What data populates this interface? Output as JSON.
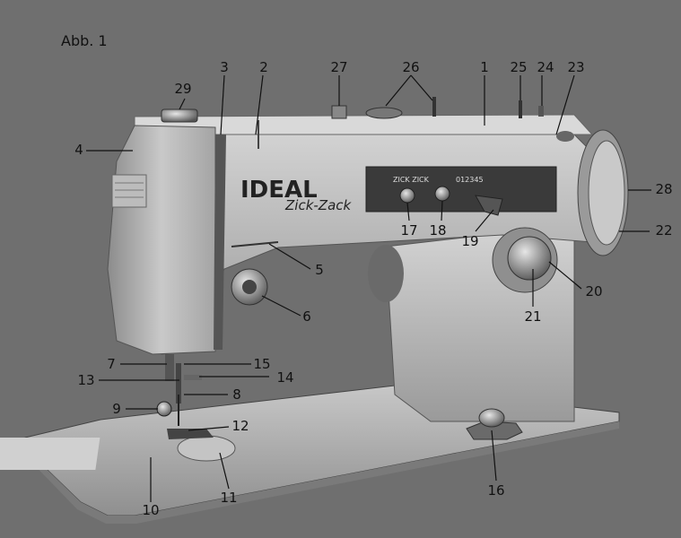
{
  "figure": {
    "title": "Abb. 1",
    "brand": "IDEAL",
    "model_script": "Zick-Zack",
    "plate_label": "ZICK ZICK",
    "serial": "012345"
  },
  "callouts": [
    "1",
    "2",
    "3",
    "4",
    "5",
    "6",
    "7",
    "8",
    "9",
    "10",
    "11",
    "12",
    "13",
    "14",
    "15",
    "16",
    "17",
    "18",
    "19",
    "20",
    "21",
    "22",
    "23",
    "24",
    "25",
    "26",
    "27",
    "28",
    "29"
  ],
  "colors": {
    "background": "#6f6f6f",
    "machine_body": "#a9a9a9",
    "machine_highlight": "#c8c8c8",
    "base_plate": "#b3b3b3",
    "label_text": "#111111"
  }
}
